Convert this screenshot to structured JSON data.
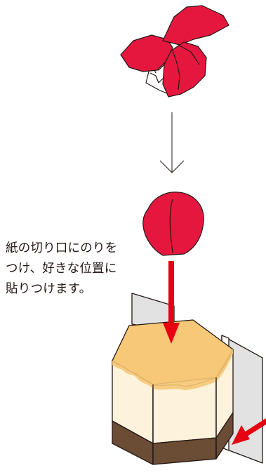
{
  "instruction_lines": [
    "紙の切り口にのりを",
    "つけ、好きな位置に",
    "貼りつけます。"
  ],
  "colors": {
    "flower_red": "#e5173f",
    "cake_top": "#f6c877",
    "cream": "#fdf3dc",
    "chocolate": "#6b4c35",
    "arrow_red": "#e60012",
    "card_gray": "#e2e2e2",
    "outline": "#231815"
  },
  "icons": [
    "flower-assembly-illustration",
    "down-arrow-icon",
    "folded-flower-piece-illustration",
    "hexagon-cake-illustration",
    "insert-arrow-icon"
  ]
}
